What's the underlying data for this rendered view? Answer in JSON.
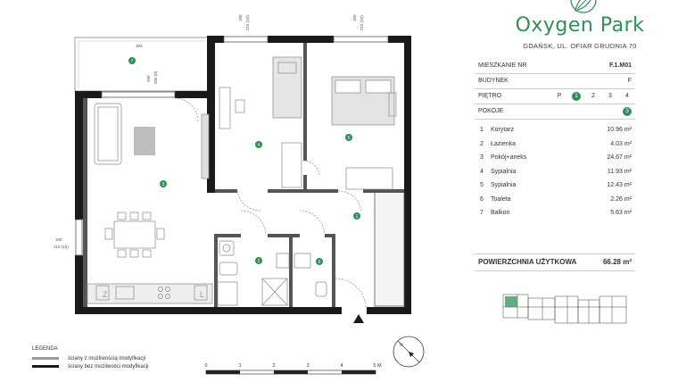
{
  "brand": {
    "name": "Oxygen Park",
    "address": "GDAŃSK, UL. OFIAR GRUDNIA 70",
    "color": "#2f8f5b"
  },
  "info": {
    "apartment": {
      "label": "MIESZKANIE NR",
      "value": "F.1.M01"
    },
    "building": {
      "label": "BUDYNEK",
      "value": "F"
    },
    "floor": {
      "label": "PIĘTRO",
      "options": [
        "P",
        "1",
        "2",
        "3",
        "4"
      ],
      "selected": "1"
    },
    "rooms": {
      "label": "POKOJE",
      "value": "3"
    }
  },
  "rooms": [
    {
      "no": "1",
      "name": "Korytarz",
      "area": "10.96 m²"
    },
    {
      "no": "2",
      "name": "Łazienka",
      "area": "4.03 m²"
    },
    {
      "no": "3",
      "name": "Pokój+aneks",
      "area": "24.67 m²"
    },
    {
      "no": "4",
      "name": "Sypialnia",
      "area": "11.93 m²"
    },
    {
      "no": "5",
      "name": "Sypialnia",
      "area": "12.43 m²"
    },
    {
      "no": "6",
      "name": "Toaleta",
      "area": "2.26 m²"
    },
    {
      "no": "7",
      "name": "Balkon",
      "area": "5.63 m²"
    }
  ],
  "total": {
    "label": "POWIERZCHNIA UŻYTKOWA",
    "value": "66.28 m²"
  },
  "legend": {
    "title": "LEGENDA",
    "items": [
      {
        "label": "ściany z możliwością modyfikacji",
        "color": "#9a9a9a"
      },
      {
        "label": "ściany bez możliwości modyfikacji",
        "color": "#1a1a1a"
      }
    ]
  },
  "scale": {
    "ticks": [
      "0",
      "1",
      "2",
      "3",
      "4",
      "5 M"
    ]
  },
  "plan": {
    "dims": {
      "balcony_width": "383",
      "balcony_depth_a": "390",
      "balcony_depth_b": "200 (0)",
      "window_a_top": "160",
      "window_a_bottom": "215 (15)",
      "window_b_top": "160",
      "window_b_bottom": "215 (15)",
      "window_c_top": "150",
      "window_c_bottom": "215 (15)"
    },
    "room_markers": [
      "1",
      "2",
      "3",
      "4",
      "5",
      "6",
      "7"
    ],
    "wc_letters": {
      "z": "Z",
      "l": "L"
    }
  }
}
